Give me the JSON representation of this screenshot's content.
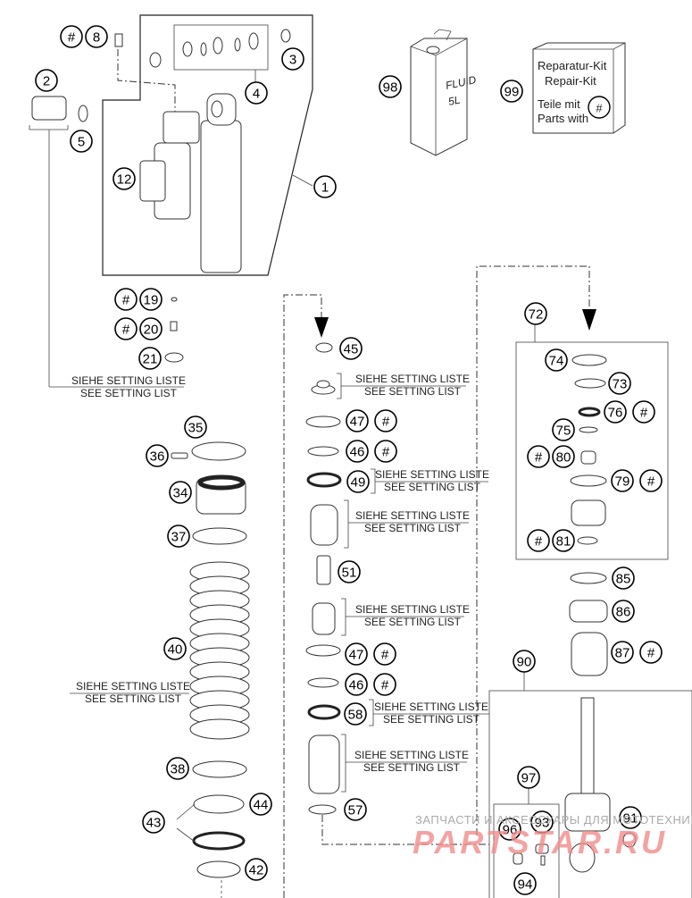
{
  "diagram": {
    "title": "Shock absorber exploded parts diagram",
    "hash_symbol": "#",
    "callouts": [
      {
        "id": "1",
        "label": "1"
      },
      {
        "id": "2",
        "label": "2"
      },
      {
        "id": "3",
        "label": "3"
      },
      {
        "id": "4",
        "label": "4"
      },
      {
        "id": "5",
        "label": "5"
      },
      {
        "id": "8",
        "label": "8",
        "hash": true
      },
      {
        "id": "12",
        "label": "12"
      },
      {
        "id": "19",
        "label": "19",
        "hash": true
      },
      {
        "id": "20",
        "label": "20",
        "hash": true
      },
      {
        "id": "21",
        "label": "21"
      },
      {
        "id": "34",
        "label": "34"
      },
      {
        "id": "35",
        "label": "35"
      },
      {
        "id": "36",
        "label": "36"
      },
      {
        "id": "37",
        "label": "37"
      },
      {
        "id": "38",
        "label": "38"
      },
      {
        "id": "40",
        "label": "40"
      },
      {
        "id": "42",
        "label": "42"
      },
      {
        "id": "43",
        "label": "43"
      },
      {
        "id": "44",
        "label": "44"
      },
      {
        "id": "45",
        "label": "45"
      },
      {
        "id": "46a",
        "label": "46",
        "hash": true
      },
      {
        "id": "47a",
        "label": "47",
        "hash": true
      },
      {
        "id": "49",
        "label": "49"
      },
      {
        "id": "51",
        "label": "51"
      },
      {
        "id": "47b",
        "label": "47",
        "hash": true
      },
      {
        "id": "46b",
        "label": "46",
        "hash": true
      },
      {
        "id": "58",
        "label": "58"
      },
      {
        "id": "57",
        "label": "57"
      },
      {
        "id": "72",
        "label": "72"
      },
      {
        "id": "73",
        "label": "73"
      },
      {
        "id": "74",
        "label": "74"
      },
      {
        "id": "75",
        "label": "75"
      },
      {
        "id": "76",
        "label": "76",
        "hash": true
      },
      {
        "id": "79",
        "label": "79",
        "hash": true
      },
      {
        "id": "80",
        "label": "80",
        "hash": true
      },
      {
        "id": "81",
        "label": "81",
        "hash": true
      },
      {
        "id": "85",
        "label": "85"
      },
      {
        "id": "86",
        "label": "86"
      },
      {
        "id": "87",
        "label": "87",
        "hash": true
      },
      {
        "id": "90",
        "label": "90"
      },
      {
        "id": "91",
        "label": "91"
      },
      {
        "id": "93",
        "label": "93"
      },
      {
        "id": "94",
        "label": "94"
      },
      {
        "id": "96",
        "label": "96"
      },
      {
        "id": "97",
        "label": "97"
      },
      {
        "id": "98",
        "label": "98"
      },
      {
        "id": "99",
        "label": "99"
      }
    ],
    "setting_note": {
      "de": "SIEHE SETTING LISTE",
      "en": "SEE SETTING LIST"
    },
    "fluid_can": {
      "line1": "FLUID",
      "line2": "5L"
    },
    "repair_kit": {
      "line1": "Reparatur-Kit",
      "line2": "Repair-Kit",
      "line3": "Teile mit",
      "line4": "Parts with",
      "symbol": "#"
    },
    "watermark": {
      "line1": "ЗАПЧАСТИ И АКСЕССУАРЫ ДЛЯ МОТОТЕХНИКИ",
      "line2": "PARTSTAR.RU"
    }
  }
}
